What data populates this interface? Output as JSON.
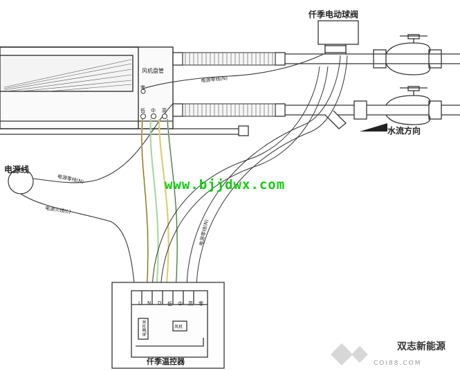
{
  "labels": {
    "valve": "仟季电动球阀",
    "fan_coil": "风机盘管",
    "zero": "零",
    "low": "低",
    "mid": "中",
    "high": "高",
    "neutral_wire_top": "电源零线(N)",
    "flow_direction": "水流方向",
    "power_line": "电源线",
    "neutral_wire_left": "电源零线(N)",
    "live_wire": "电源火线(L)",
    "control_wire": "电源零线(N)",
    "controller": "仟季温控器",
    "panel_relay": "电源开关",
    "panel_fan": "风机"
  },
  "terminals": [
    "L",
    "N",
    "D",
    "低",
    "中",
    "高",
    "零"
  ],
  "website": "www.bjjdwx.com",
  "watermark": {
    "brand": "双志新能源",
    "site": "COI88.COM"
  },
  "colors": {
    "line": "#333333",
    "website": "#11cc11",
    "wire_yellow": "#d8d070",
    "wire_green": "#a8d8a0"
  }
}
